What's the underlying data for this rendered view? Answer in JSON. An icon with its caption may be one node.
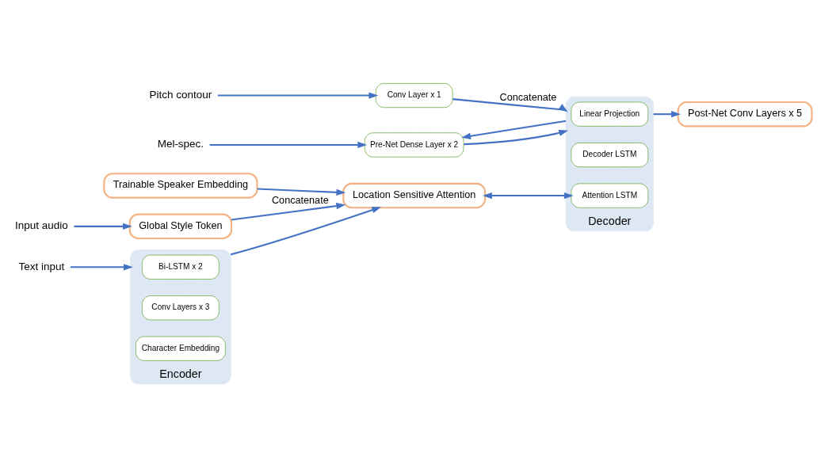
{
  "diagram": {
    "nodes": [
      {
        "text": [
          "Input audio"
        ]
      },
      {
        "text": [
          "Global Style Token"
        ]
      },
      {
        "text": [
          "Trainable Speaker Embedding"
        ]
      },
      {
        "text": [
          "Location Sensitive Attention"
        ]
      },
      {
        "text": [
          "Encoder"
        ]
      },
      {
        "text": [
          "Bi-LSTM x 2"
        ],
        "in": 4
      },
      {
        "text": [
          "Conv Layers x 3"
        ],
        "in": 4
      },
      {
        "text": [
          "Character Embedding"
        ],
        "in": 4
      },
      {
        "text": [
          "Text input"
        ]
      },
      {
        "text": [
          "Post-Net Conv Layers x 5"
        ]
      },
      {
        "text": [
          "Decoder"
        ]
      },
      {
        "text": [
          "Linear Projection"
        ],
        "in": 10
      },
      {
        "text": [
          "Decoder LSTM"
        ],
        "in": 10
      },
      {
        "text": [
          "Attention LSTM"
        ],
        "in": 10
      },
      {
        "text": [
          "Conv Layer x 1"
        ]
      },
      {
        "text": [
          "Pitch contour"
        ]
      },
      {
        "text": [
          "Pre-Net Dense Layer x 2"
        ]
      },
      {
        "text": [
          "Mel-spec."
        ]
      }
    ],
    "edges": [
      {
        "from": 0,
        "to": 1,
        "arrow": "to"
      },
      {
        "from": 1,
        "to": 3,
        "arrow": "to",
        "label": "Concatenate"
      },
      {
        "from": 2,
        "to": 3,
        "arrow": "to"
      },
      {
        "from": 4,
        "to": 3,
        "arrow": "to"
      },
      {
        "from": 8,
        "to": 4,
        "arrow": "to"
      },
      {
        "from": 3,
        "to": 13,
        "arrow": "both"
      },
      {
        "from": 10,
        "to": 9,
        "arrow": "to"
      },
      {
        "from": 10,
        "to": 16,
        "arrow": "to"
      },
      {
        "from": 14,
        "to": 10,
        "arrow": "to",
        "label": "Concatenate"
      },
      {
        "from": 16,
        "to": 10,
        "arrow": "to"
      },
      {
        "from": 15,
        "to": 14,
        "arrow": "to"
      },
      {
        "from": 17,
        "to": 16,
        "arrow": "to"
      }
    ]
  }
}
